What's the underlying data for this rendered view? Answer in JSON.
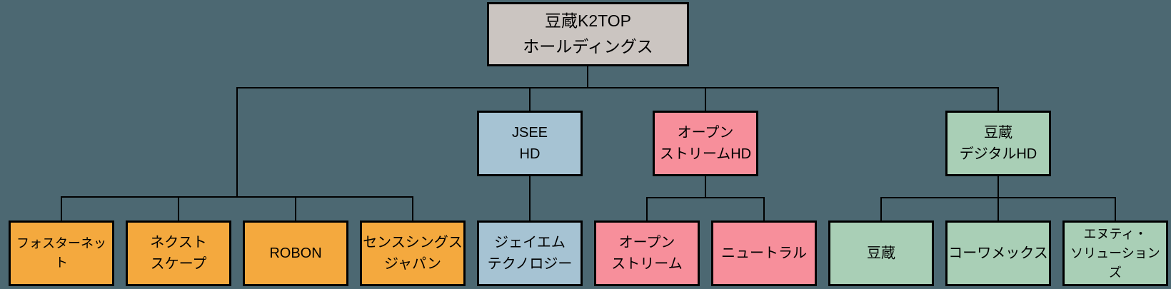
{
  "colors": {
    "background": "#4C6872",
    "box_gray": "#CBC5C1",
    "box_blue": "#A6C3D3",
    "box_pink": "#F78F9B",
    "box_green": "#A9CFB6",
    "box_orange": "#F4A93E",
    "border": "#000000",
    "line": "#000000",
    "text": "#000000"
  },
  "diagram": {
    "nodes": [
      {
        "id": "holdings",
        "label": "豆蔵K2TOP\nホールディングス",
        "color": "gray",
        "level": 1
      },
      {
        "id": "jsee-hd",
        "label": "JSEE\nHD",
        "color": "blue",
        "level": 2
      },
      {
        "id": "openstream-hd",
        "label": "オープン\nストリームHD",
        "color": "pink",
        "level": 2
      },
      {
        "id": "mamezou-digital-hd",
        "label": "豆蔵\nデジタルHD",
        "color": "green",
        "level": 2
      },
      {
        "id": "fosternet",
        "label": "フォスターネット",
        "color": "orange",
        "level": 3
      },
      {
        "id": "nextscape",
        "label": "ネクスト\nスケープ",
        "color": "orange",
        "level": 3
      },
      {
        "id": "robon",
        "label": "ROBON",
        "color": "orange",
        "level": 3
      },
      {
        "id": "sensethings-japan",
        "label": "センスシングス\nジャパン",
        "color": "orange",
        "level": 3
      },
      {
        "id": "jm-technology",
        "label": "ジェイエム\nテクノロジー",
        "color": "blue",
        "level": 3
      },
      {
        "id": "openstream",
        "label": "オープン\nストリーム",
        "color": "pink",
        "level": 3
      },
      {
        "id": "neutral",
        "label": "ニュートラル",
        "color": "pink",
        "level": 3
      },
      {
        "id": "mamezou",
        "label": "豆蔵",
        "color": "green",
        "level": 3
      },
      {
        "id": "kowamex",
        "label": "コーワメックス",
        "color": "green",
        "level": 3
      },
      {
        "id": "nt-solutions",
        "label": "エヌティ・\nソリューションズ",
        "color": "green",
        "level": 3
      }
    ],
    "edges": [
      {
        "from": "holdings",
        "to": "fosternet"
      },
      {
        "from": "holdings",
        "to": "nextscape"
      },
      {
        "from": "holdings",
        "to": "robon"
      },
      {
        "from": "holdings",
        "to": "sensethings-japan"
      },
      {
        "from": "holdings",
        "to": "jsee-hd"
      },
      {
        "from": "holdings",
        "to": "openstream-hd"
      },
      {
        "from": "holdings",
        "to": "mamezou-digital-hd"
      },
      {
        "from": "jsee-hd",
        "to": "jm-technology"
      },
      {
        "from": "openstream-hd",
        "to": "openstream"
      },
      {
        "from": "openstream-hd",
        "to": "neutral"
      },
      {
        "from": "mamezou-digital-hd",
        "to": "mamezou"
      },
      {
        "from": "mamezou-digital-hd",
        "to": "kowamex"
      },
      {
        "from": "mamezou-digital-hd",
        "to": "nt-solutions"
      }
    ]
  }
}
